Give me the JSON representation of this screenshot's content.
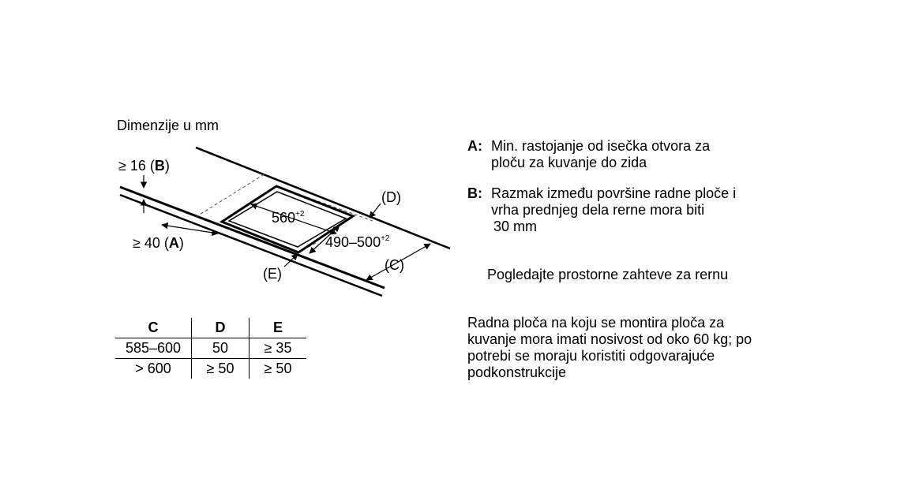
{
  "diagram": {
    "caption": "Dimenzije u mm",
    "labels": {
      "b_prefix": "≥ 16 (",
      "b_key": "B",
      "b_suffix": ")",
      "a_prefix": "≥ 40 (",
      "a_key": "A",
      "a_suffix": ")",
      "width_value": "560",
      "width_tol": "+2",
      "depth_value": "490–500",
      "depth_tol": "+2",
      "d_label": "(D)",
      "c_label": "(C)",
      "e_label": "(E)"
    }
  },
  "table": {
    "headers": [
      "C",
      "D",
      "E"
    ],
    "rows": [
      [
        "585–600",
        "50",
        "≥ 35"
      ],
      [
        "> 600",
        "≥ 50",
        "≥ 50"
      ]
    ]
  },
  "notes": {
    "a_key": "A:",
    "a_line1": "Min. rastojanje od isečka otvora za",
    "a_line2": "ploču za kuvanje do zida",
    "b_key": "B:",
    "b_line1": "Razmak između površine radne ploče i",
    "b_line2": "vrha prednjeg dela rerne mora biti",
    "b_line3": "30 mm",
    "oven_note": "Pogledajte prostorne zahteve za rernu",
    "load_line1": "Radna ploča na koju se montira ploča za",
    "load_line2": "kuvanje mora imati nosivost od oko 60 kg; po",
    "load_line3": "potrebi se moraju koristiti odgovarajuće",
    "load_line4": "podkonstrukcije"
  }
}
